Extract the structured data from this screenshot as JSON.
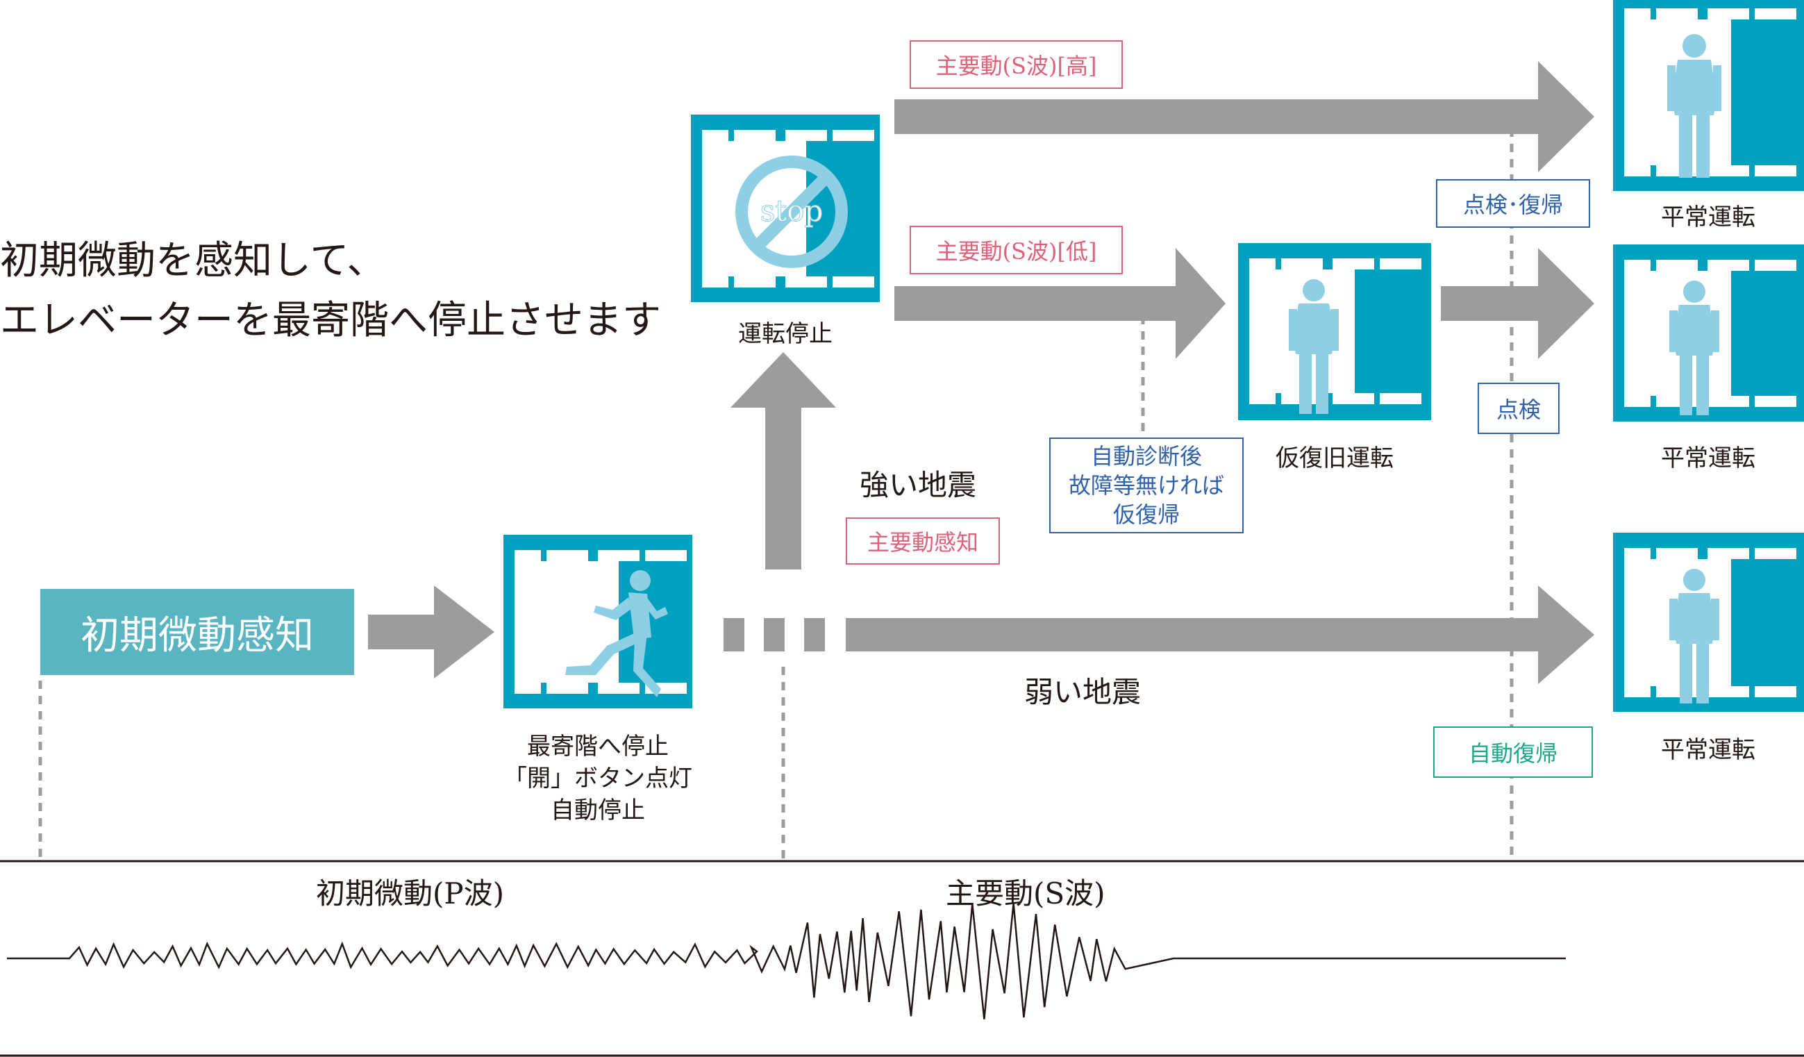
{
  "headline": {
    "line1": "初期微動を感知して、",
    "line2": "エレベーターを最寄階へ停止させます"
  },
  "start_label": "初期微動感知",
  "stop_icon_text": "stop",
  "captions": {
    "nearest_floor": [
      "最寄階へ停止",
      "「開」ボタン点灯",
      "自動停止"
    ],
    "stopped": "運転停止",
    "temp_recovery": "仮復旧運転",
    "normal_top": "平常運転",
    "normal_mid": "平常運転",
    "normal_bottom": "平常運転"
  },
  "branch_labels": {
    "strong": "強い地震",
    "weak": "弱い地震"
  },
  "tags": {
    "main_detect": "主要動感知",
    "s_high": "主要動(S波)[高]",
    "s_low": "主要動(S波)[低]",
    "self_diag": [
      "自動診断後",
      "故障等無ければ",
      "仮復帰"
    ],
    "inspect_restore": "点検･復帰",
    "inspect": "点検",
    "auto_restore": "自動復帰"
  },
  "waveform_labels": {
    "p_wave": "初期微動(P波)",
    "s_wave": "主要動(S波)"
  },
  "colors": {
    "elevator": "#00a0be",
    "person": "#8ecfe6",
    "arrow": "#9c9c9c",
    "start_box": "#5ab5c3",
    "pink": "#e0607a",
    "blue": "#2f62ad",
    "green": "#19a889"
  }
}
